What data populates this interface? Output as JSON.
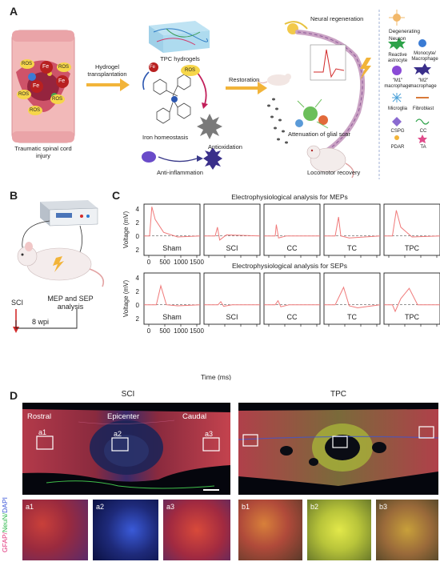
{
  "panel_labels": {
    "a": "A",
    "b": "B",
    "c": "C",
    "d": "D"
  },
  "panel_a": {
    "injury_label": "Traumatic spinal cord injury",
    "ros": "ROS",
    "fe": "Fe",
    "transplant_label": "Hydrogel transplantation",
    "hydrogel_label": "TPC hydrogels",
    "iron_label": "Iron homeostasis",
    "antiox_label": "Antioxidation",
    "antiinflam_label": "Anti-inflammation",
    "restoration_label": "Restoration",
    "neural_regen": "Neural regeneration",
    "glial_scar": "Attenuation of glial scar",
    "locomotor": "Locomotor recovery",
    "legend": [
      "Degenerating Neuron",
      "Reactive astrocyte",
      "Monocyte/ Macrophage",
      "\"M1\" macrophage",
      "\"M2\" macrophage",
      "Microglia",
      "Fibroblast",
      "CSPG",
      "CC",
      "PDAR",
      "TA"
    ]
  },
  "panel_b": {
    "sci": "SCI",
    "analysis": "MEP and SEP analysis",
    "wpi": "8 wpi"
  },
  "panel_c": {
    "mep_title": "Electrophysiological analysis for MEPs",
    "sep_title": "Electrophysiological analysis for SEPs",
    "ylabel": "Voltage (mV)",
    "xlabel": "Time (ms)",
    "yticks": [
      "4",
      "2",
      "0",
      "2"
    ],
    "xticks": [
      "0",
      "500",
      "1000",
      "1500"
    ],
    "groups": [
      "Sham",
      "SCI",
      "CC",
      "TC",
      "TPC"
    ]
  },
  "panel_d": {
    "sci_title": "SCI",
    "tpc_title": "TPC",
    "rostral": "Rostral",
    "epicenter": "Epicenter",
    "caudal": "Caudal",
    "ylabel_parts": [
      "GFAP/",
      "NeuN/",
      "DAPI"
    ],
    "ylabel_colors": [
      "#e0337a",
      "#2db84a",
      "#3b55d8"
    ],
    "boxes_sci": [
      "a1",
      "a2",
      "a3"
    ],
    "zooms": [
      "a1",
      "a2",
      "a3",
      "b1",
      "b2",
      "b3"
    ]
  },
  "colors": {
    "trace": "#f07a7a",
    "arrow": "#f2b43a",
    "accent_red": "#d22a2a"
  }
}
